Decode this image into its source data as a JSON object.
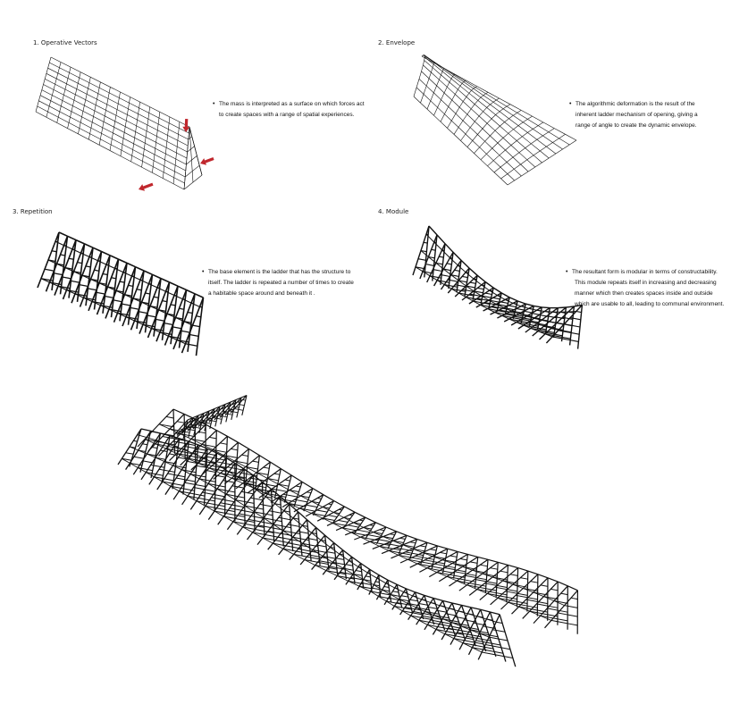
{
  "panels": [
    {
      "title": "1. Operative Vectors",
      "bullet_symbol": "•",
      "lines": [
        "The mass is interpreted as a surface on which forces act",
        "to create spaces with a range of spatial experiences."
      ]
    },
    {
      "title": "2. Envelope",
      "bullet_symbol": "•",
      "lines": [
        "The algorithmic deformation is the result of the",
        "inherent ladder mechanism of opening, giving a",
        "range of angle to create the dynamic envelope."
      ]
    },
    {
      "title": "3. Repetition",
      "bullet_symbol": "•",
      "lines": [
        "The base element is the ladder that has the structure to",
        "itself. The ladder is repeated a number of times to create",
        "a habitable space around and beneath it ."
      ]
    },
    {
      "title": "4. Module",
      "bullet_symbol": "•",
      "lines": [
        "The resultant form is modular in terms of constructability.",
        "This module repeats itself in increasing and decreasing",
        "manner which then creates spaces inside and outside",
        "which are usable to all, leading to communal environment."
      ]
    }
  ],
  "colors": {
    "line": "#111111",
    "arrow": "#c0272d",
    "text": "#111111"
  }
}
